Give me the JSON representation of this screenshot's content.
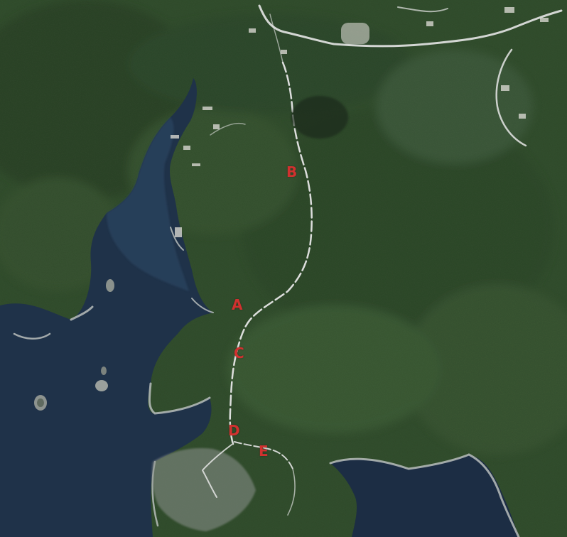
{
  "map": {
    "view": "satellite",
    "colors": {
      "forest_dark": "#243522",
      "forest_mid": "#3a5433",
      "forest_light": "#4f6b45",
      "water_deep": "#1c2e45",
      "water_shallow": "#2f4660",
      "rock": "#bfc3c1",
      "road": "#e6e6e6",
      "marker": "#d1312f"
    },
    "markers": [
      {
        "id": "A",
        "label": "A"
      },
      {
        "id": "B",
        "label": "B"
      },
      {
        "id": "C",
        "label": "C"
      },
      {
        "id": "D",
        "label": "D"
      },
      {
        "id": "E",
        "label": "E"
      }
    ]
  }
}
